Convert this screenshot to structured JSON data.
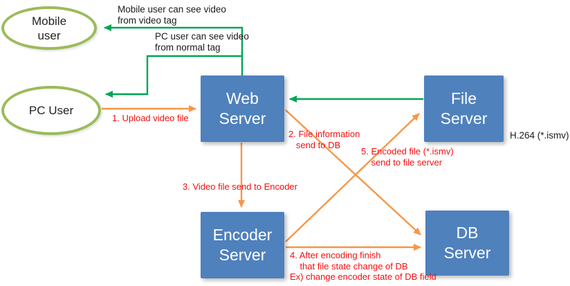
{
  "diagram": {
    "nodes": {
      "mobile_user": {
        "label": "Mobile user",
        "shape": "ellipse"
      },
      "pc_user": {
        "label": "PC User",
        "shape": "ellipse"
      },
      "web_server": {
        "label": "Web Server",
        "shape": "box"
      },
      "file_server": {
        "label": "File Server",
        "shape": "box"
      },
      "encoder_server": {
        "label": "Encoder Server",
        "shape": "box"
      },
      "db_server": {
        "label": "DB Server",
        "shape": "box"
      }
    },
    "edge_labels": {
      "mobile_video": "Mobile user can see video\nfrom video tag",
      "pc_video": "PC user can see video\nfrom normal tag",
      "step1": "1. Upload video file",
      "step2": "2. File information\n   send to DB",
      "step3": "3. Video file send to Encoder",
      "step4": "4. After encoding finish\n    that file state change of DB\nEx) change encoder state of DB field",
      "step5": "5. Encoded file (*.ismv)\n    send to file server"
    },
    "side_note": "H.264 (*.ismv)",
    "colors": {
      "box_fill": "#4F81BD",
      "box_text": "#FFFFFF",
      "ellipse_stroke": "#9BBB59",
      "arrow_green": "#00A651",
      "arrow_orange": "#F79646",
      "note_red": "#F60D0D",
      "label_black": "#1A1A1A"
    }
  }
}
